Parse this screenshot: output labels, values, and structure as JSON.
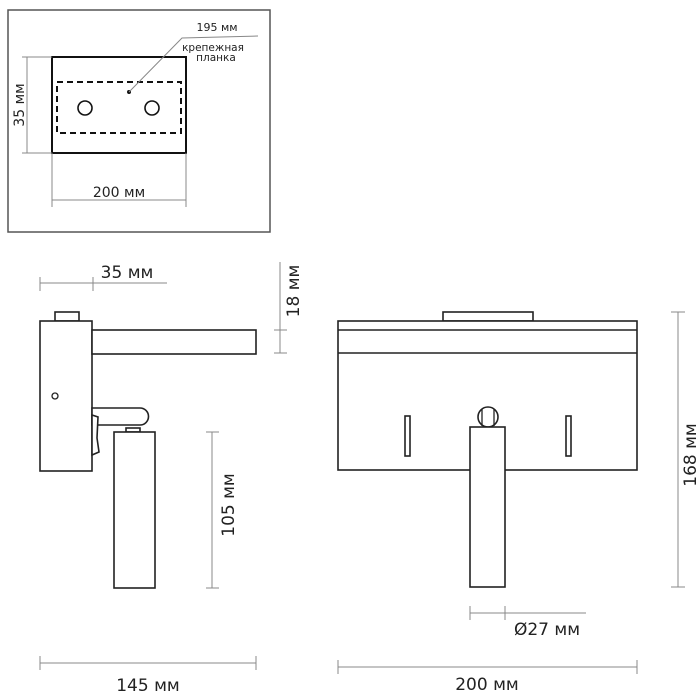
{
  "mounting_view": {
    "width_label": "200 мм",
    "height_label": "35 мм",
    "plate_length_label": "195 мм",
    "plate_caption_line1": "крепежная",
    "plate_caption_line2": "планка"
  },
  "side_view": {
    "depth_label": "35 мм",
    "arm_height_label": "18 мм",
    "tube_length_label": "105 мм",
    "total_depth_label": "145 мм"
  },
  "front_view": {
    "height_label": "168 мм",
    "diameter_label": "Ø27 мм",
    "width_label": "200 мм"
  },
  "colors": {
    "line": "#222222",
    "dimension": "#888888"
  }
}
